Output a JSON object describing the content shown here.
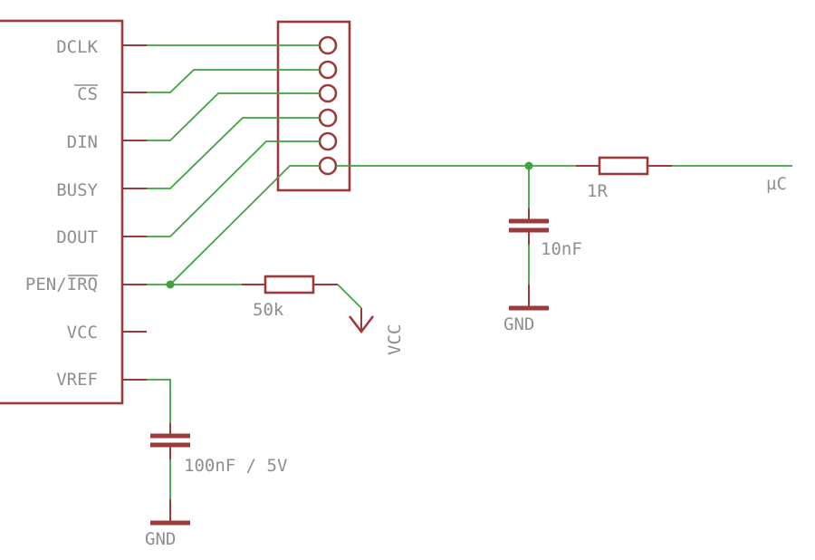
{
  "ic": {
    "pins": [
      "DCLK",
      "CS",
      "DIN",
      "BUSY",
      "DOUT",
      "PEN/IRQ",
      "VCC",
      "VREF"
    ]
  },
  "components": {
    "r_series": {
      "value": "1R"
    },
    "c_filter": {
      "value": "10nF"
    },
    "r_pullup": {
      "value": "50k"
    },
    "c_ref": {
      "value": "100nF / 5V"
    }
  },
  "nets": {
    "gnd_a": "GND",
    "gnd_b": "GND",
    "vcc": "VCC",
    "uc": "µC"
  },
  "colors": {
    "wire": "#3fa33f",
    "part": "#9c3a3a",
    "text": "#8e8e8e"
  }
}
